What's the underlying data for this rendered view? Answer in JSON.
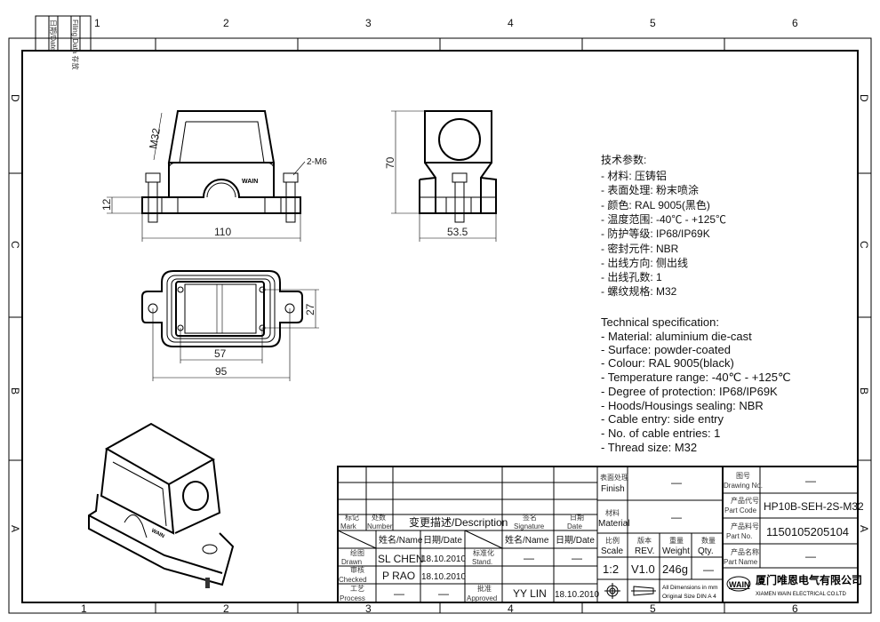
{
  "frame": {
    "filing": {
      "date_label": "日期/Date",
      "filing_label": "Filing Data 存放"
    },
    "columns": [
      "1",
      "2",
      "3",
      "4",
      "5",
      "6"
    ],
    "rows": [
      "D",
      "C",
      "B",
      "A"
    ]
  },
  "views": {
    "front": {
      "dim_width": "110",
      "dim_height": "12",
      "thread": "M32",
      "bolts": "2-M6",
      "brand": "WAIN"
    },
    "side": {
      "dim_height": "70",
      "dim_width": "53.5"
    },
    "bottom": {
      "dim_inner": "57",
      "dim_outer": "95",
      "dim_depth": "27"
    },
    "iso": {
      "brand": "WAIN"
    }
  },
  "specs_cn": {
    "title": "技术参数:",
    "items": [
      "- 材料: 压铸铝",
      "- 表面处理: 粉末喷涂",
      "- 颜色: RAL 9005(黑色)",
      "- 温度范围: -40℃ - +125℃",
      "- 防护等级: IP68/IP69K",
      "- 密封元件: NBR",
      "- 出线方向: 侧出线",
      "- 出线孔数: 1",
      "- 螺纹规格: M32"
    ]
  },
  "specs_en": {
    "title": "Technical specification:",
    "items": [
      "- Material: aluminium die-cast",
      "- Surface: powder-coated",
      "- Colour: RAL 9005(black)",
      "- Temperature range: -40℃ - +125℃",
      "- Degree of protection: IP68/IP69K",
      "- Hoods/Housings sealing: NBR",
      "- Cable entry: side entry",
      "- No. of cable entries: 1",
      "- Thread size: M32"
    ]
  },
  "title_block": {
    "mark_cn": "标记",
    "mark": "Mark",
    "number_cn": "处数",
    "number": "Number",
    "description": "变更描述/Description",
    "signature_cn": "签名",
    "signature": "Signature",
    "date_cn": "日期",
    "date": "Date",
    "name_hdr": "姓名/Name",
    "date_hdr": "日期/Date",
    "name_hdr2": "姓名/Name",
    "date_hdr2": "日期/Date",
    "drawn_cn": "绘图",
    "drawn": "Drawn",
    "drawn_name": "SL CHEN",
    "drawn_date": "18.10.2010",
    "checked_cn": "审核",
    "checked": "Checked",
    "checked_name": "P RAO",
    "checked_date": "18.10.2010",
    "process_cn": "工艺",
    "process": "Process",
    "process_name": "—",
    "process_date": "—",
    "stand_cn": "标准化",
    "stand": "Stand.",
    "stand_name": "—",
    "stand_date": "—",
    "approved_cn": "批准",
    "approved": "Approved",
    "approved_name": "YY LIN",
    "approved_date": "18.10.2010",
    "finish_cn": "表面处理",
    "finish": "Finish",
    "finish_value": "—",
    "material_cn": "材料",
    "material": "Material",
    "material_value": "—",
    "scale_cn": "比例",
    "scale": "Scale",
    "scale_value": "1:2",
    "rev_cn": "版本",
    "rev": "REV.",
    "rev_value": "V1.0",
    "weight_cn": "重量",
    "weight": "Weight",
    "weight_value": "246g",
    "qty_cn": "数量",
    "qty": "Qty.",
    "qty_value": "—",
    "dims_note_1": "All Dimensions in mm",
    "dims_note_2": "Original Size DIN A 4",
    "drawing_no_cn": "图号",
    "drawing_no": "Drawing No.",
    "drawing_no_value": "—",
    "part_code_cn": "产品代号",
    "part_code": "Part Code",
    "part_code_value": "HP10B-SEH-2S-M32",
    "part_no_cn": "产品料号",
    "part_no": "Part No.",
    "part_no_value": "1150105205104",
    "part_name_cn": "产品名称",
    "part_name": "Part Name",
    "part_name_value": "—",
    "logo": "WAIN",
    "company_cn": "厦门唯恩电气有限公司",
    "company_en": "XIAMEN WAIN ELECTRICAL CO.LTD"
  }
}
